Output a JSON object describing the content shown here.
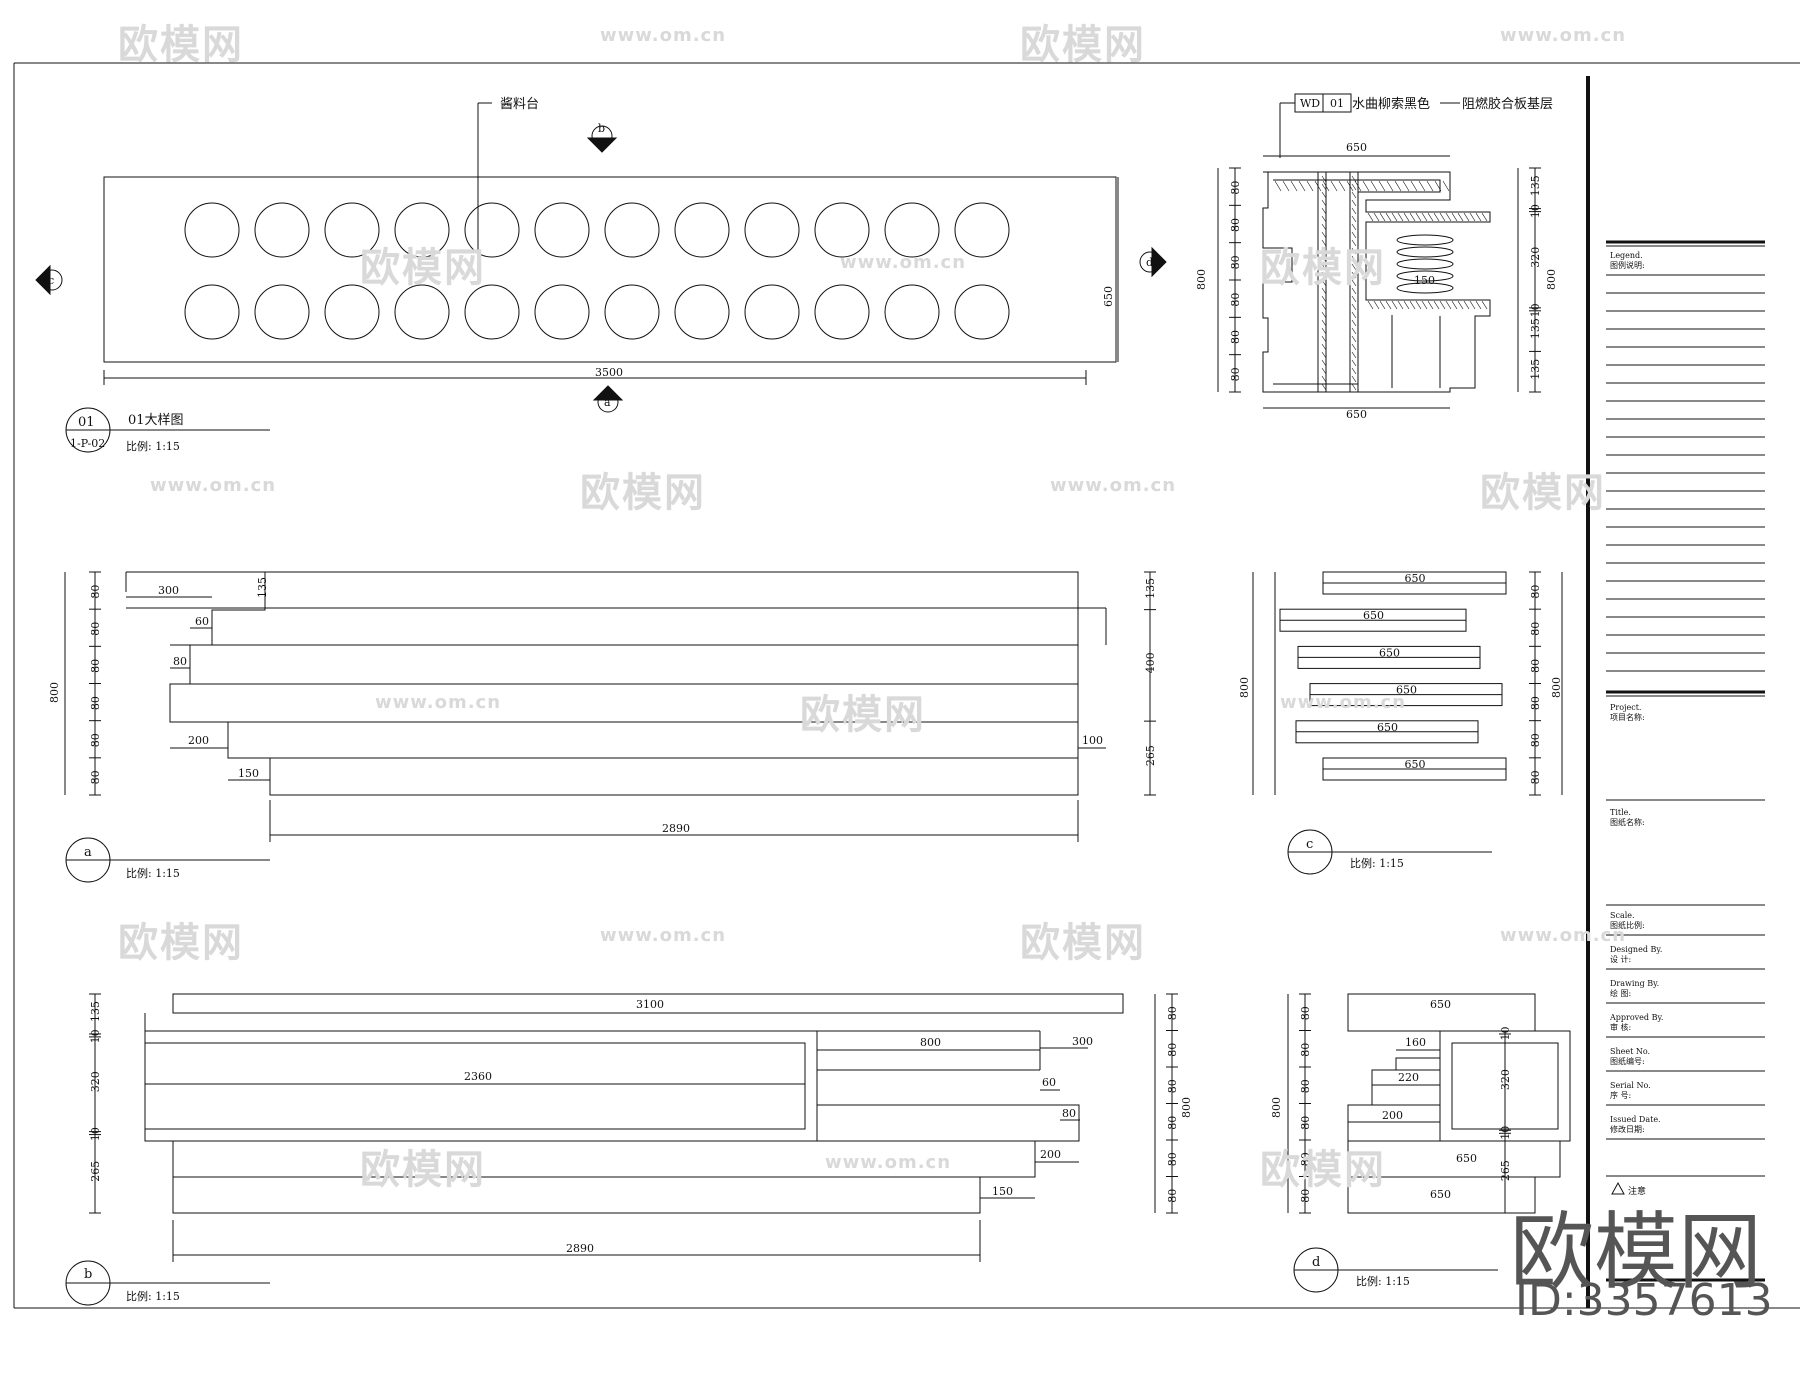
{
  "watermark": {
    "logo": "欧模网",
    "url": "www.om.cn"
  },
  "corner": {
    "logo": "欧模网",
    "id": "ID:3357613"
  },
  "plan": {
    "leader_label": "酱料台",
    "marker_no": "01",
    "marker_ref": "1-P-02",
    "title": "01大样图",
    "scale": "比例:  1:15",
    "dim_length": "3500",
    "dim_width": "650",
    "sec_a": "a",
    "sec_b": "b",
    "sec_c": "c",
    "sec_d": "d"
  },
  "section": {
    "tag_code": "WD",
    "tag_no": "01",
    "material_1": "水曲柳索黑色",
    "material_2": "阻燃胶合板基层",
    "dim_top": "650",
    "dim_bottom": "650",
    "dim_total": "800",
    "dim_small": "150",
    "left_dims": [
      "80",
      "80",
      "80",
      "80",
      "80",
      "80"
    ],
    "right_dims": [
      "135",
      "10",
      "320",
      "10",
      "135",
      "135"
    ],
    "right_total": "800"
  },
  "elev_a": {
    "marker": "a",
    "scale": "比例:  1:15",
    "left_total": "800",
    "left_dims": [
      "80",
      "80",
      "80",
      "80",
      "80",
      "80"
    ],
    "right_dims": [
      "135",
      "400",
      "265"
    ],
    "d300": "300",
    "d135": "135",
    "d60": "60",
    "d80": "80",
    "d200": "200",
    "d100": "100",
    "d150": "150",
    "d2890": "2890"
  },
  "elev_b": {
    "marker": "b",
    "scale": "比例:  1:15",
    "left_dims": [
      "135",
      "10",
      "320",
      "10",
      "265"
    ],
    "right_dims": [
      "80",
      "80",
      "80",
      "80",
      "80",
      "80"
    ],
    "right_total": "800",
    "d3100": "3100",
    "d2360": "2360",
    "d800": "800",
    "d300": "300",
    "d60": "60",
    "d80": "80",
    "d200": "200",
    "d150": "150",
    "d2890": "2890"
  },
  "elev_c": {
    "marker": "c",
    "scale": "比例:  1:15",
    "bars": [
      "650",
      "650",
      "650",
      "650",
      "650",
      "650"
    ],
    "left_total": "800",
    "right_total": "800",
    "right_dims": [
      "80",
      "80",
      "80",
      "80",
      "80",
      "80"
    ]
  },
  "elev_d": {
    "marker": "d",
    "scale": "比例:  1:15",
    "d650a": "650",
    "d160": "160",
    "d220": "220",
    "d200": "200",
    "d650b": "650",
    "d650c": "650",
    "left_total": "800",
    "left_dims": [
      "80",
      "80",
      "80",
      "80",
      "80",
      "80"
    ],
    "right_dims": [
      "10",
      "320",
      "10",
      "265"
    ]
  },
  "title_block": {
    "legend_en": "Legend.",
    "legend_cn": "图例说明:",
    "project_en": "Project.",
    "project_cn": "项目名称:",
    "title_en": "Title.",
    "title_cn": "图纸名称:",
    "rows": [
      {
        "en": "Scale.",
        "cn": "图纸比例:"
      },
      {
        "en": "Designed By.",
        "cn": "设    计:"
      },
      {
        "en": "Drawing By.",
        "cn": "绘    图:"
      },
      {
        "en": "Approved By.",
        "cn": "审    核:"
      },
      {
        "en": "Sheet No.",
        "cn": "图纸编号:"
      },
      {
        "en": "Serial No.",
        "cn": "序    号:"
      },
      {
        "en": "Issued Date.",
        "cn": "修改日期:"
      }
    ],
    "notice": "注意"
  }
}
